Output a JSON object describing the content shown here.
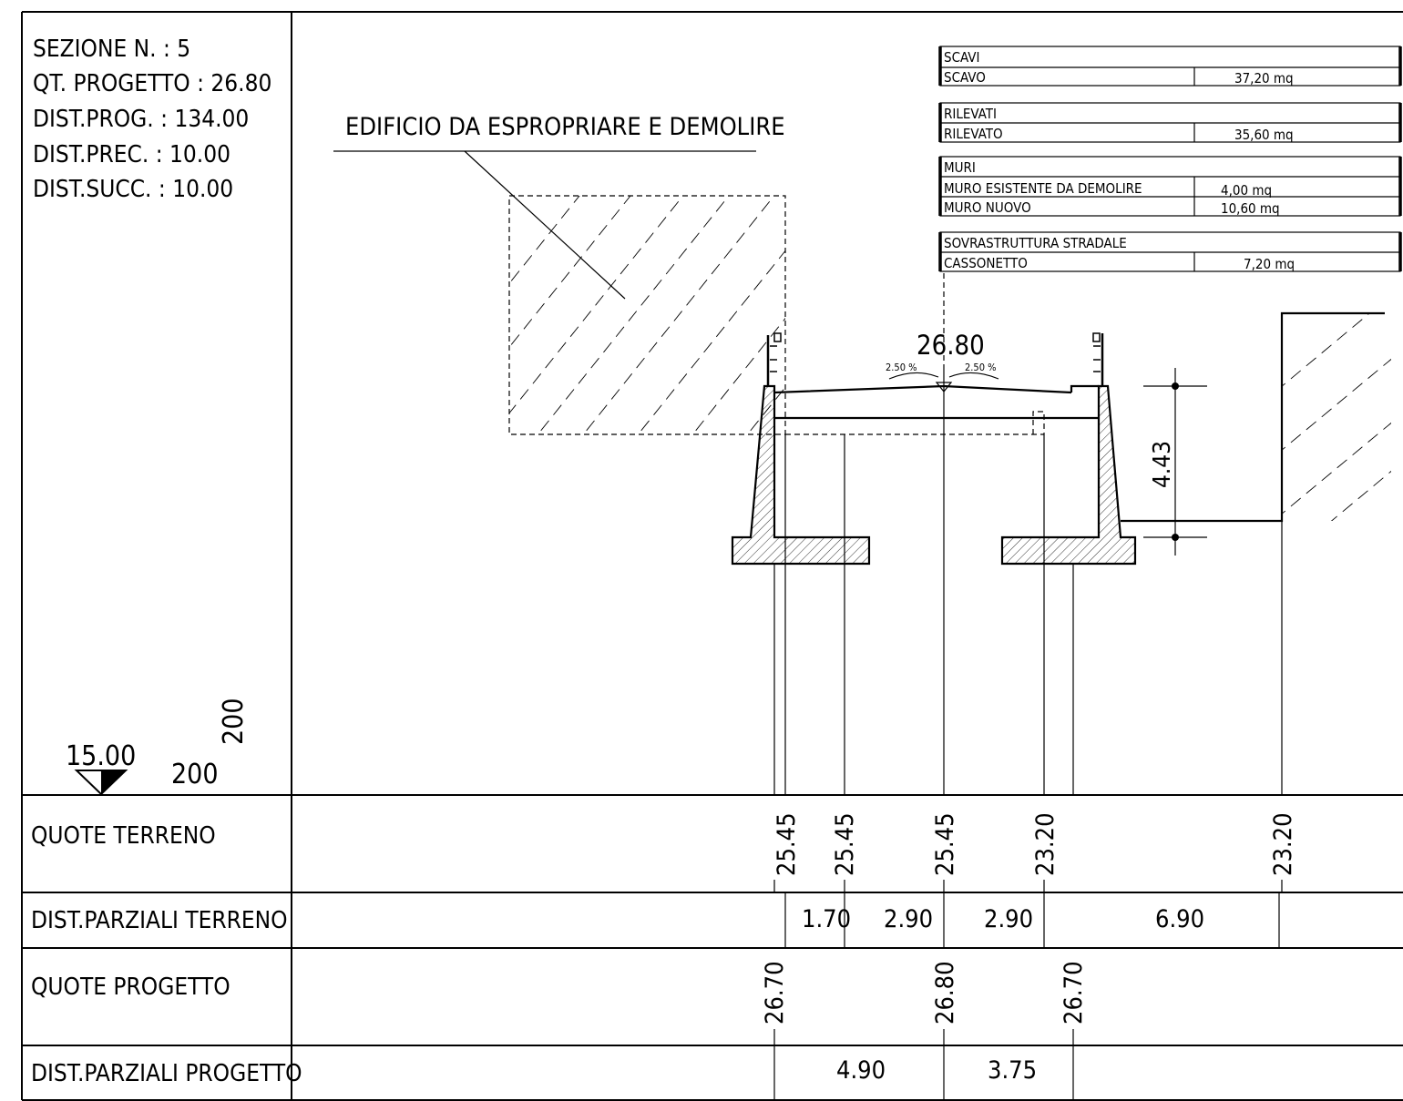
{
  "section_info": {
    "sezione": "SEZIONE N. : 5",
    "qt_progetto": "QT. PROGETTO : 26.80",
    "dist_prog": "DIST.PROG. : 134.00",
    "dist_prec": "DIST.PREC. : 10.00",
    "dist_succ": "DIST.SUCC. : 10.00"
  },
  "datum": {
    "elevation": "15.00",
    "scale_h": "200",
    "scale_v": "200"
  },
  "annotation": {
    "building_note": "EDIFICIO DA ESPROPRIARE E DEMOLIRE"
  },
  "quantities": {
    "scavi": {
      "title": "SCAVI",
      "rows": [
        {
          "label": "SCAVO",
          "value": "37,20 mq"
        }
      ]
    },
    "rilevati": {
      "title": "RILEVATI",
      "rows": [
        {
          "label": "RILEVATO",
          "value": "35,60 mq"
        }
      ]
    },
    "muri": {
      "title": "MURI",
      "rows": [
        {
          "label": "MURO ESISTENTE DA DEMOLIRE",
          "value": "4,00 mq"
        },
        {
          "label": "MURO NUOVO",
          "value": "10,60 mq"
        }
      ]
    },
    "sovrastruttura": {
      "title": "SOVRASTRUTTURA STRADALE",
      "rows": [
        {
          "label": "CASSONETTO",
          "value": "7,20 mq"
        }
      ]
    }
  },
  "section_drawing": {
    "axis_elevation": "26.80",
    "slope_left": "2.50 %",
    "slope_right": "2.50 %",
    "height_dimension": "4.43"
  },
  "bands": {
    "quote_terreno": {
      "label": "QUOTE TERRENO",
      "values": [
        "25.45",
        "25.45",
        "25.45",
        "23.20",
        "23.20"
      ]
    },
    "dist_parziali_terreno": {
      "label": "DIST.PARZIALI TERRENO",
      "values": [
        "1.70",
        "2.90",
        "2.90",
        "6.90"
      ]
    },
    "quote_progetto": {
      "label": "QUOTE PROGETTO",
      "values": [
        "26.70",
        "26.80",
        "26.70"
      ]
    },
    "dist_parziali_progetto": {
      "label": "DIST.PARZIALI PROGETTO",
      "values": [
        "4.90",
        "3.75"
      ]
    }
  }
}
